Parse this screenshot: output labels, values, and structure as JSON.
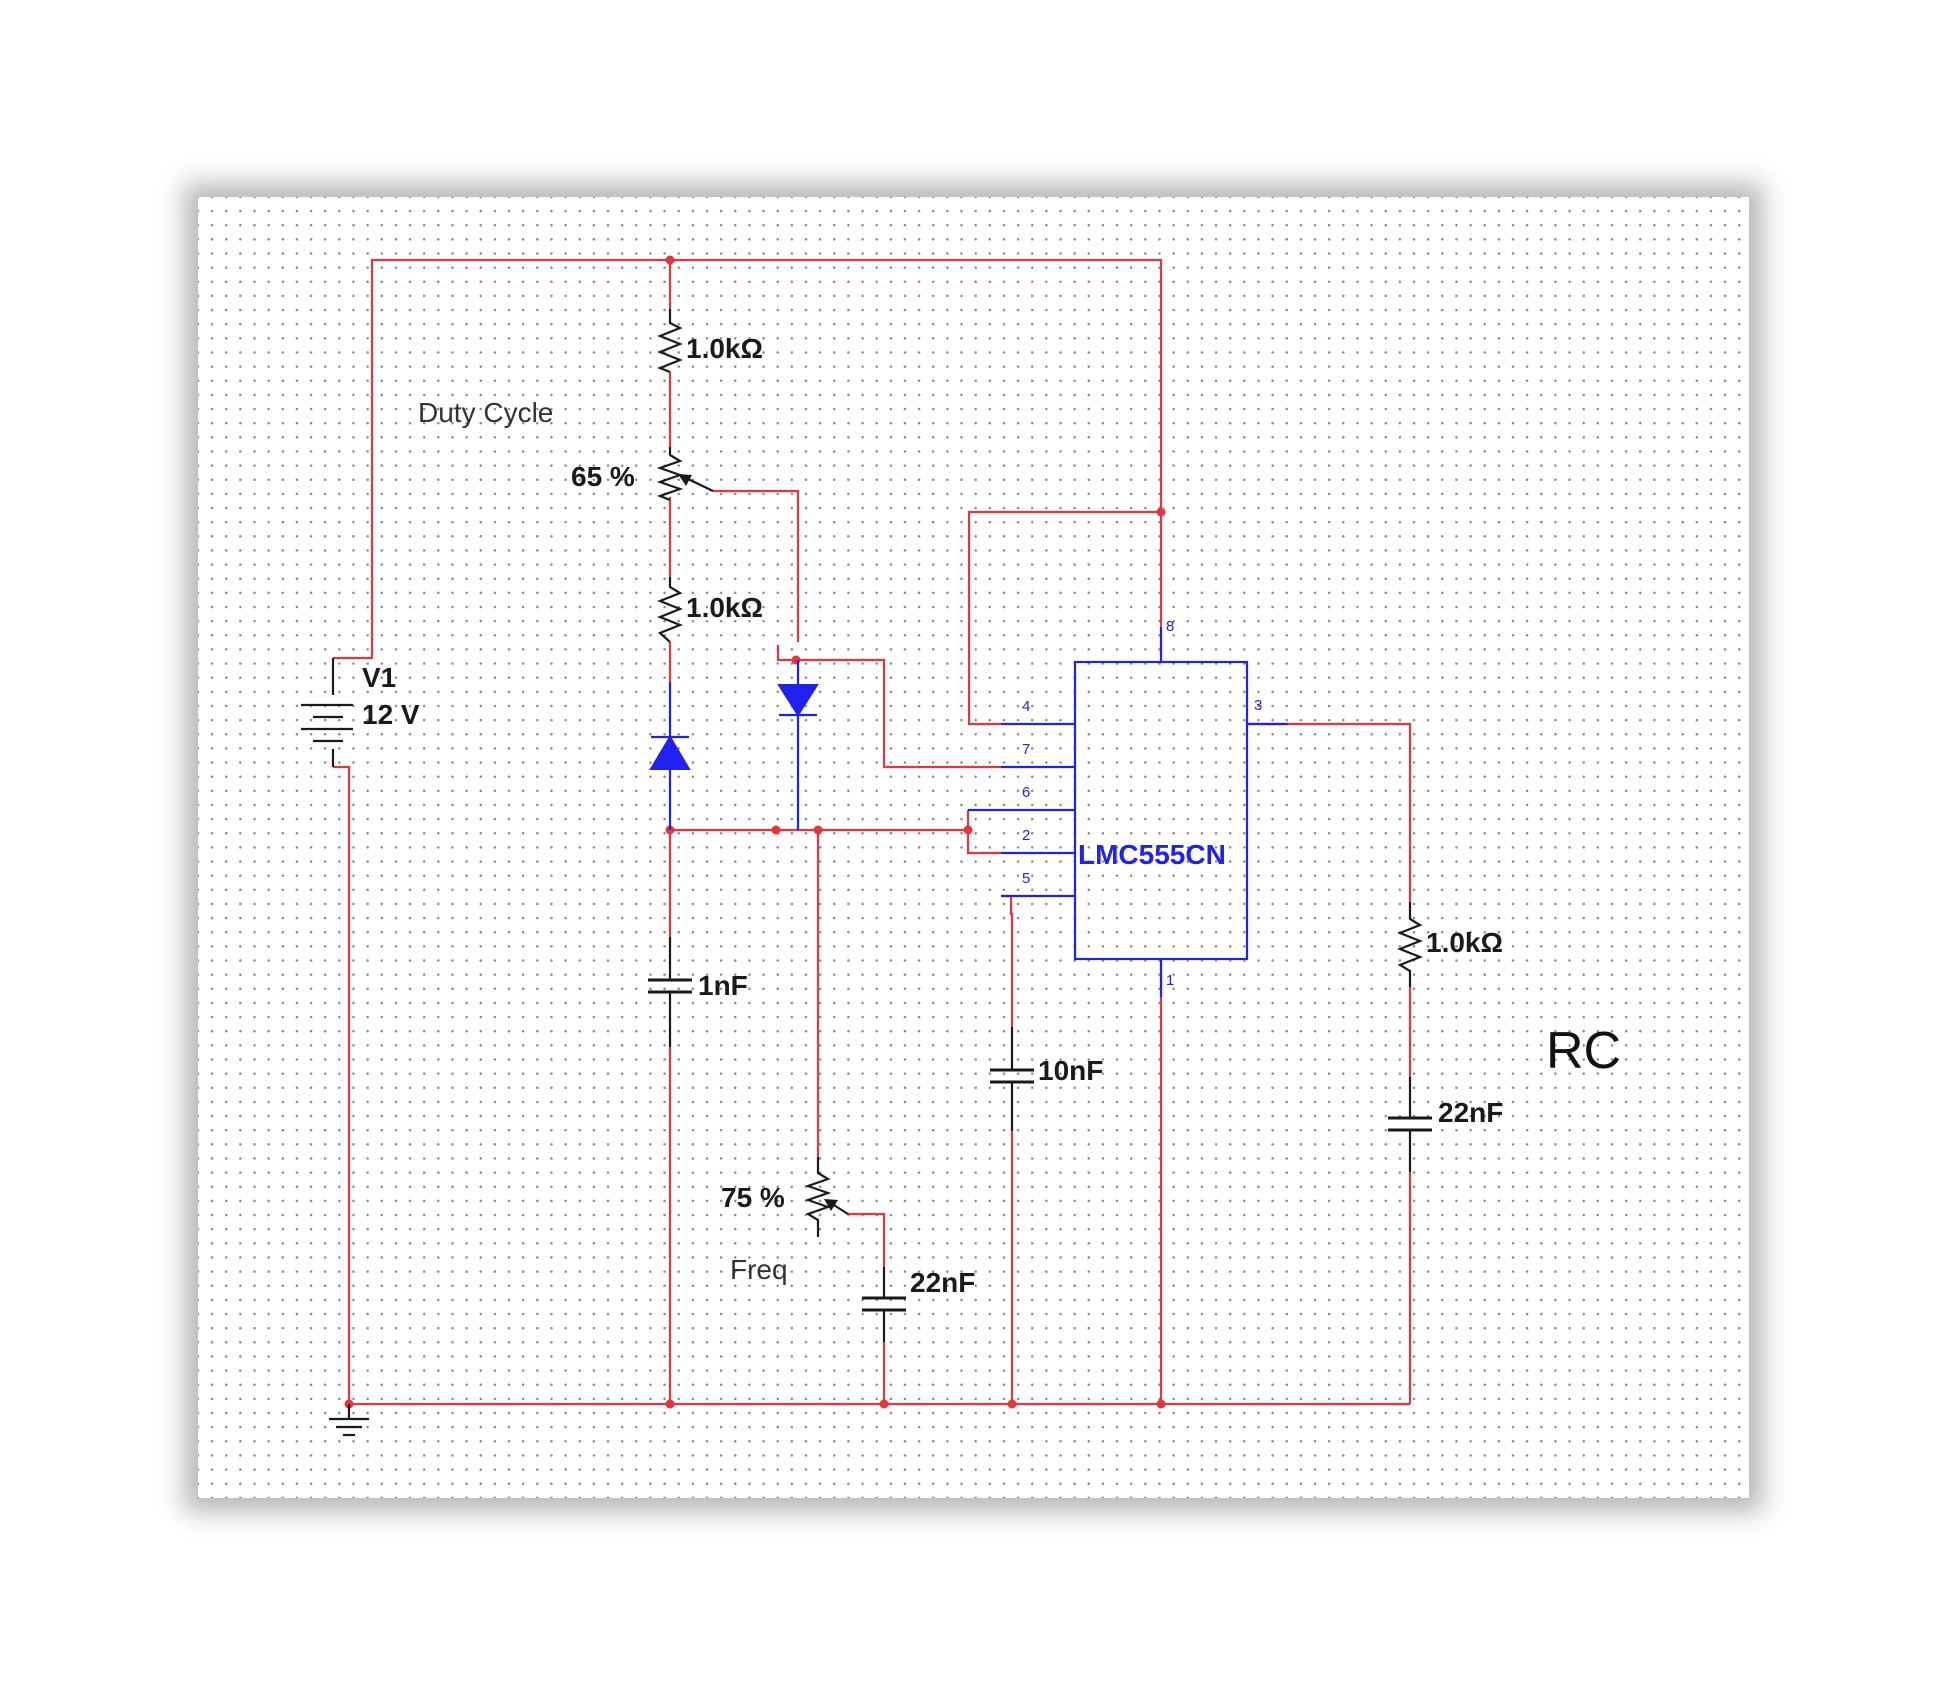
{
  "source": {
    "name": "V1",
    "voltage": "12 V"
  },
  "notes": {
    "duty_cycle": "Duty Cycle",
    "freq": "Freq",
    "rc": "RC"
  },
  "resistors": {
    "r_top": "1.0kΩ",
    "r_mid": "1.0kΩ",
    "r_out": "1.0kΩ"
  },
  "pots": {
    "duty": "65 %",
    "freq": "75 %"
  },
  "capacitors": {
    "c_timing": "1nF",
    "c_ctrl": "10nF",
    "c_freq": "22nF",
    "c_out": "22nF"
  },
  "ic": {
    "name": "LMC555CN",
    "pins": {
      "p8": "8",
      "p4": "4",
      "p7": "7",
      "p6": "6",
      "p2": "2",
      "p5": "5",
      "p3": "3",
      "p1": "1"
    }
  },
  "colors": {
    "wire": "#e8343a",
    "component": "#1a1a1a",
    "ic": "#1f22ee",
    "grid_dot": "#8a8a8a"
  }
}
